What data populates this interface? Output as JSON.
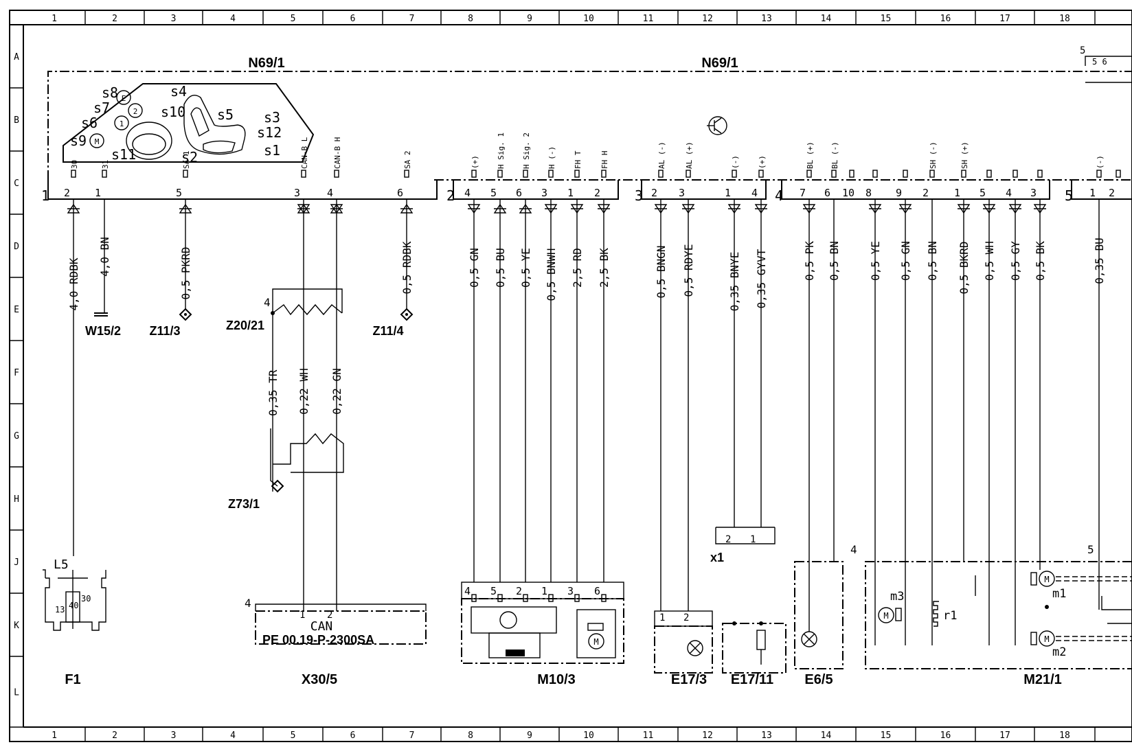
{
  "grid": {
    "columns": [
      "1",
      "2",
      "3",
      "4",
      "5",
      "6",
      "7",
      "8",
      "9",
      "10",
      "11",
      "12",
      "13",
      "14",
      "15",
      "16",
      "17",
      "18"
    ],
    "rows": [
      "A",
      "B",
      "C",
      "D",
      "E",
      "F",
      "G",
      "H",
      "J",
      "K",
      "L"
    ]
  },
  "titles": {
    "n69_left": "N69/1",
    "n69_right": "N69/1",
    "right_edge_conn": "5",
    "right_edge_pins": "5 6"
  },
  "seat_switch": {
    "labels": [
      "s8",
      "s7",
      "s6",
      "s9",
      "s4",
      "s10",
      "s5",
      "s3",
      "s12",
      "s1",
      "s11",
      "s2"
    ],
    "circles": [
      "E",
      "2",
      "1",
      "M"
    ]
  },
  "connector1": {
    "number": "1",
    "pins": [
      {
        "pin": "2",
        "signal": "30",
        "wire": "4,0 RDBK"
      },
      {
        "pin": "1",
        "signal": "31",
        "wire": "4,0 BN"
      },
      {
        "pin": "5",
        "signal": "SA 1",
        "wire": "0,5 PKRD"
      },
      {
        "pin": "3",
        "signal": "CAN-B L",
        "wire": "0,22 WH"
      },
      {
        "pin": "4",
        "signal": "CAN-B H",
        "wire": "0,22 GN"
      },
      {
        "pin": "6",
        "signal": "SA 2",
        "wire": "0,5 RDBK"
      }
    ]
  },
  "connector2": {
    "number": "2",
    "pins": [
      {
        "pin": "4",
        "signal": "(+)",
        "wire": "0,5 GN"
      },
      {
        "pin": "5",
        "signal": "H Sig. 1",
        "wire": "0,5 BU"
      },
      {
        "pin": "6",
        "signal": "H Sig. 2",
        "wire": "0,5 YE"
      },
      {
        "pin": "3",
        "signal": "H (-)",
        "wire": "0,5 BNWH"
      },
      {
        "pin": "1",
        "signal": "FH T",
        "wire": "2,5 RD"
      },
      {
        "pin": "2",
        "signal": "FH H",
        "wire": "2,5 BK"
      }
    ]
  },
  "connector3": {
    "number": "3",
    "pins": [
      {
        "pin": "2",
        "signal": "AL (-)",
        "wire": "0,5 BNGN"
      },
      {
        "pin": "3",
        "signal": "AL (+)",
        "wire": "0,5 RDYE"
      },
      {
        "pin": "1",
        "signal": "(-)",
        "wire": "0,35 BNYE"
      },
      {
        "pin": "4",
        "signal": "(+)",
        "wire": "0,35 GYVT"
      }
    ]
  },
  "connector4": {
    "number": "4",
    "pins": [
      {
        "pin": "7",
        "signal": "BL (+)",
        "wire": "0,5 PK"
      },
      {
        "pin": "6",
        "signal": "BL (-)",
        "wire": "0,5 BN"
      },
      {
        "pin": "10",
        "signal": "",
        "wire": ""
      },
      {
        "pin": "8",
        "signal": "",
        "wire": "0,5 YE"
      },
      {
        "pin": "9",
        "signal": "",
        "wire": "0,5 GN"
      },
      {
        "pin": "2",
        "signal": "SH (-)",
        "wire": "0,5 BN"
      },
      {
        "pin": "1",
        "signal": "SH (+)",
        "wire": "0,5 BKRD"
      },
      {
        "pin": "5",
        "signal": "",
        "wire": "0,5 WH"
      },
      {
        "pin": "4",
        "signal": "",
        "wire": "0,5 GY"
      },
      {
        "pin": "3",
        "signal": "",
        "wire": "0,5 BK"
      }
    ]
  },
  "connector5": {
    "number": "5",
    "pins": [
      {
        "pin": "1",
        "signal": "(-)",
        "wire": "0,35 BU"
      },
      {
        "pin": "2",
        "signal": "",
        "wire": ""
      }
    ]
  },
  "components": {
    "w15": "W15/2",
    "z11_3": "Z11/3",
    "z20_21": "Z20/21",
    "z20_pin": "4",
    "z11_4": "Z11/4",
    "z73_1": "Z73/1",
    "wire_tr": "0,35 TR",
    "f1": "F1",
    "f1_l5": "L5",
    "f1_pins": [
      "13",
      "40",
      "30"
    ],
    "x30_5": "X30/5",
    "x30_pin_block": "4",
    "x30_pins": [
      "1",
      "2"
    ],
    "x30_can": "CAN",
    "x30_ref": "PE  00.19-P-2300SA",
    "m10_3": "M10/3",
    "m10_pins": [
      "4",
      "5",
      "2",
      "1",
      "3",
      "6"
    ],
    "e17_3": "E17/3",
    "e17_3_pins": [
      "1",
      "2"
    ],
    "e17_11": "E17/11",
    "x1": "x1",
    "x1_pins": [
      "2",
      "1"
    ],
    "e6_5": "E6/5",
    "m21_1": "M21/1",
    "m21_block": "4",
    "m21_right_block": "5",
    "m3": "m3",
    "r1": "r1",
    "m1": "m1",
    "m2": "m2",
    "motor_glyph": "M"
  }
}
